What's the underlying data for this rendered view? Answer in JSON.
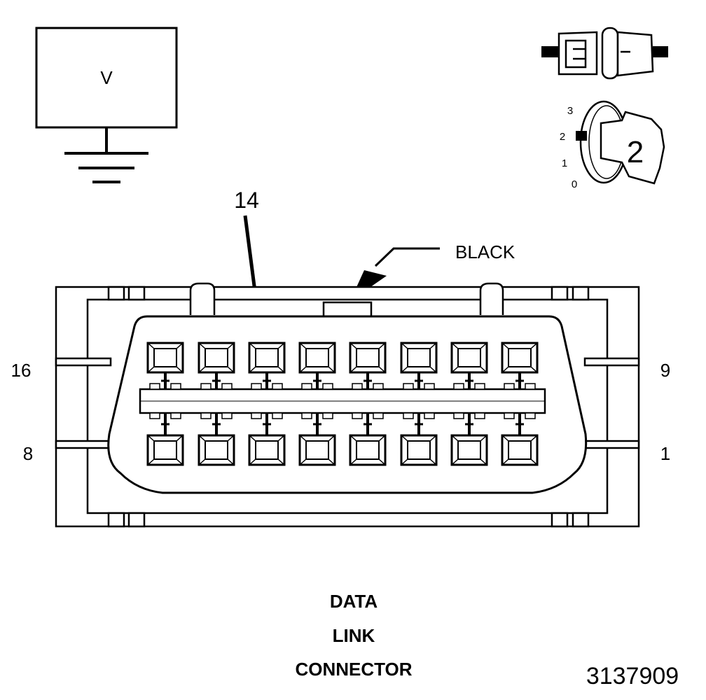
{
  "meter": {
    "label": "V"
  },
  "ignition": {
    "positions": [
      "3",
      "2",
      "1",
      "0"
    ],
    "key_number": "2"
  },
  "connector": {
    "pointer_pin": "14",
    "color_label": "BLACK",
    "pin_labels": {
      "top_left": "16",
      "top_right": "9",
      "bottom_left": "8",
      "bottom_right": "1"
    },
    "title_lines": [
      "DATA",
      "LINK",
      "CONNECTOR"
    ]
  },
  "figure_id": "3137909",
  "icons": [
    "voltmeter-icon",
    "ground-icon",
    "connector-plug-icon",
    "ignition-switch-icon"
  ]
}
